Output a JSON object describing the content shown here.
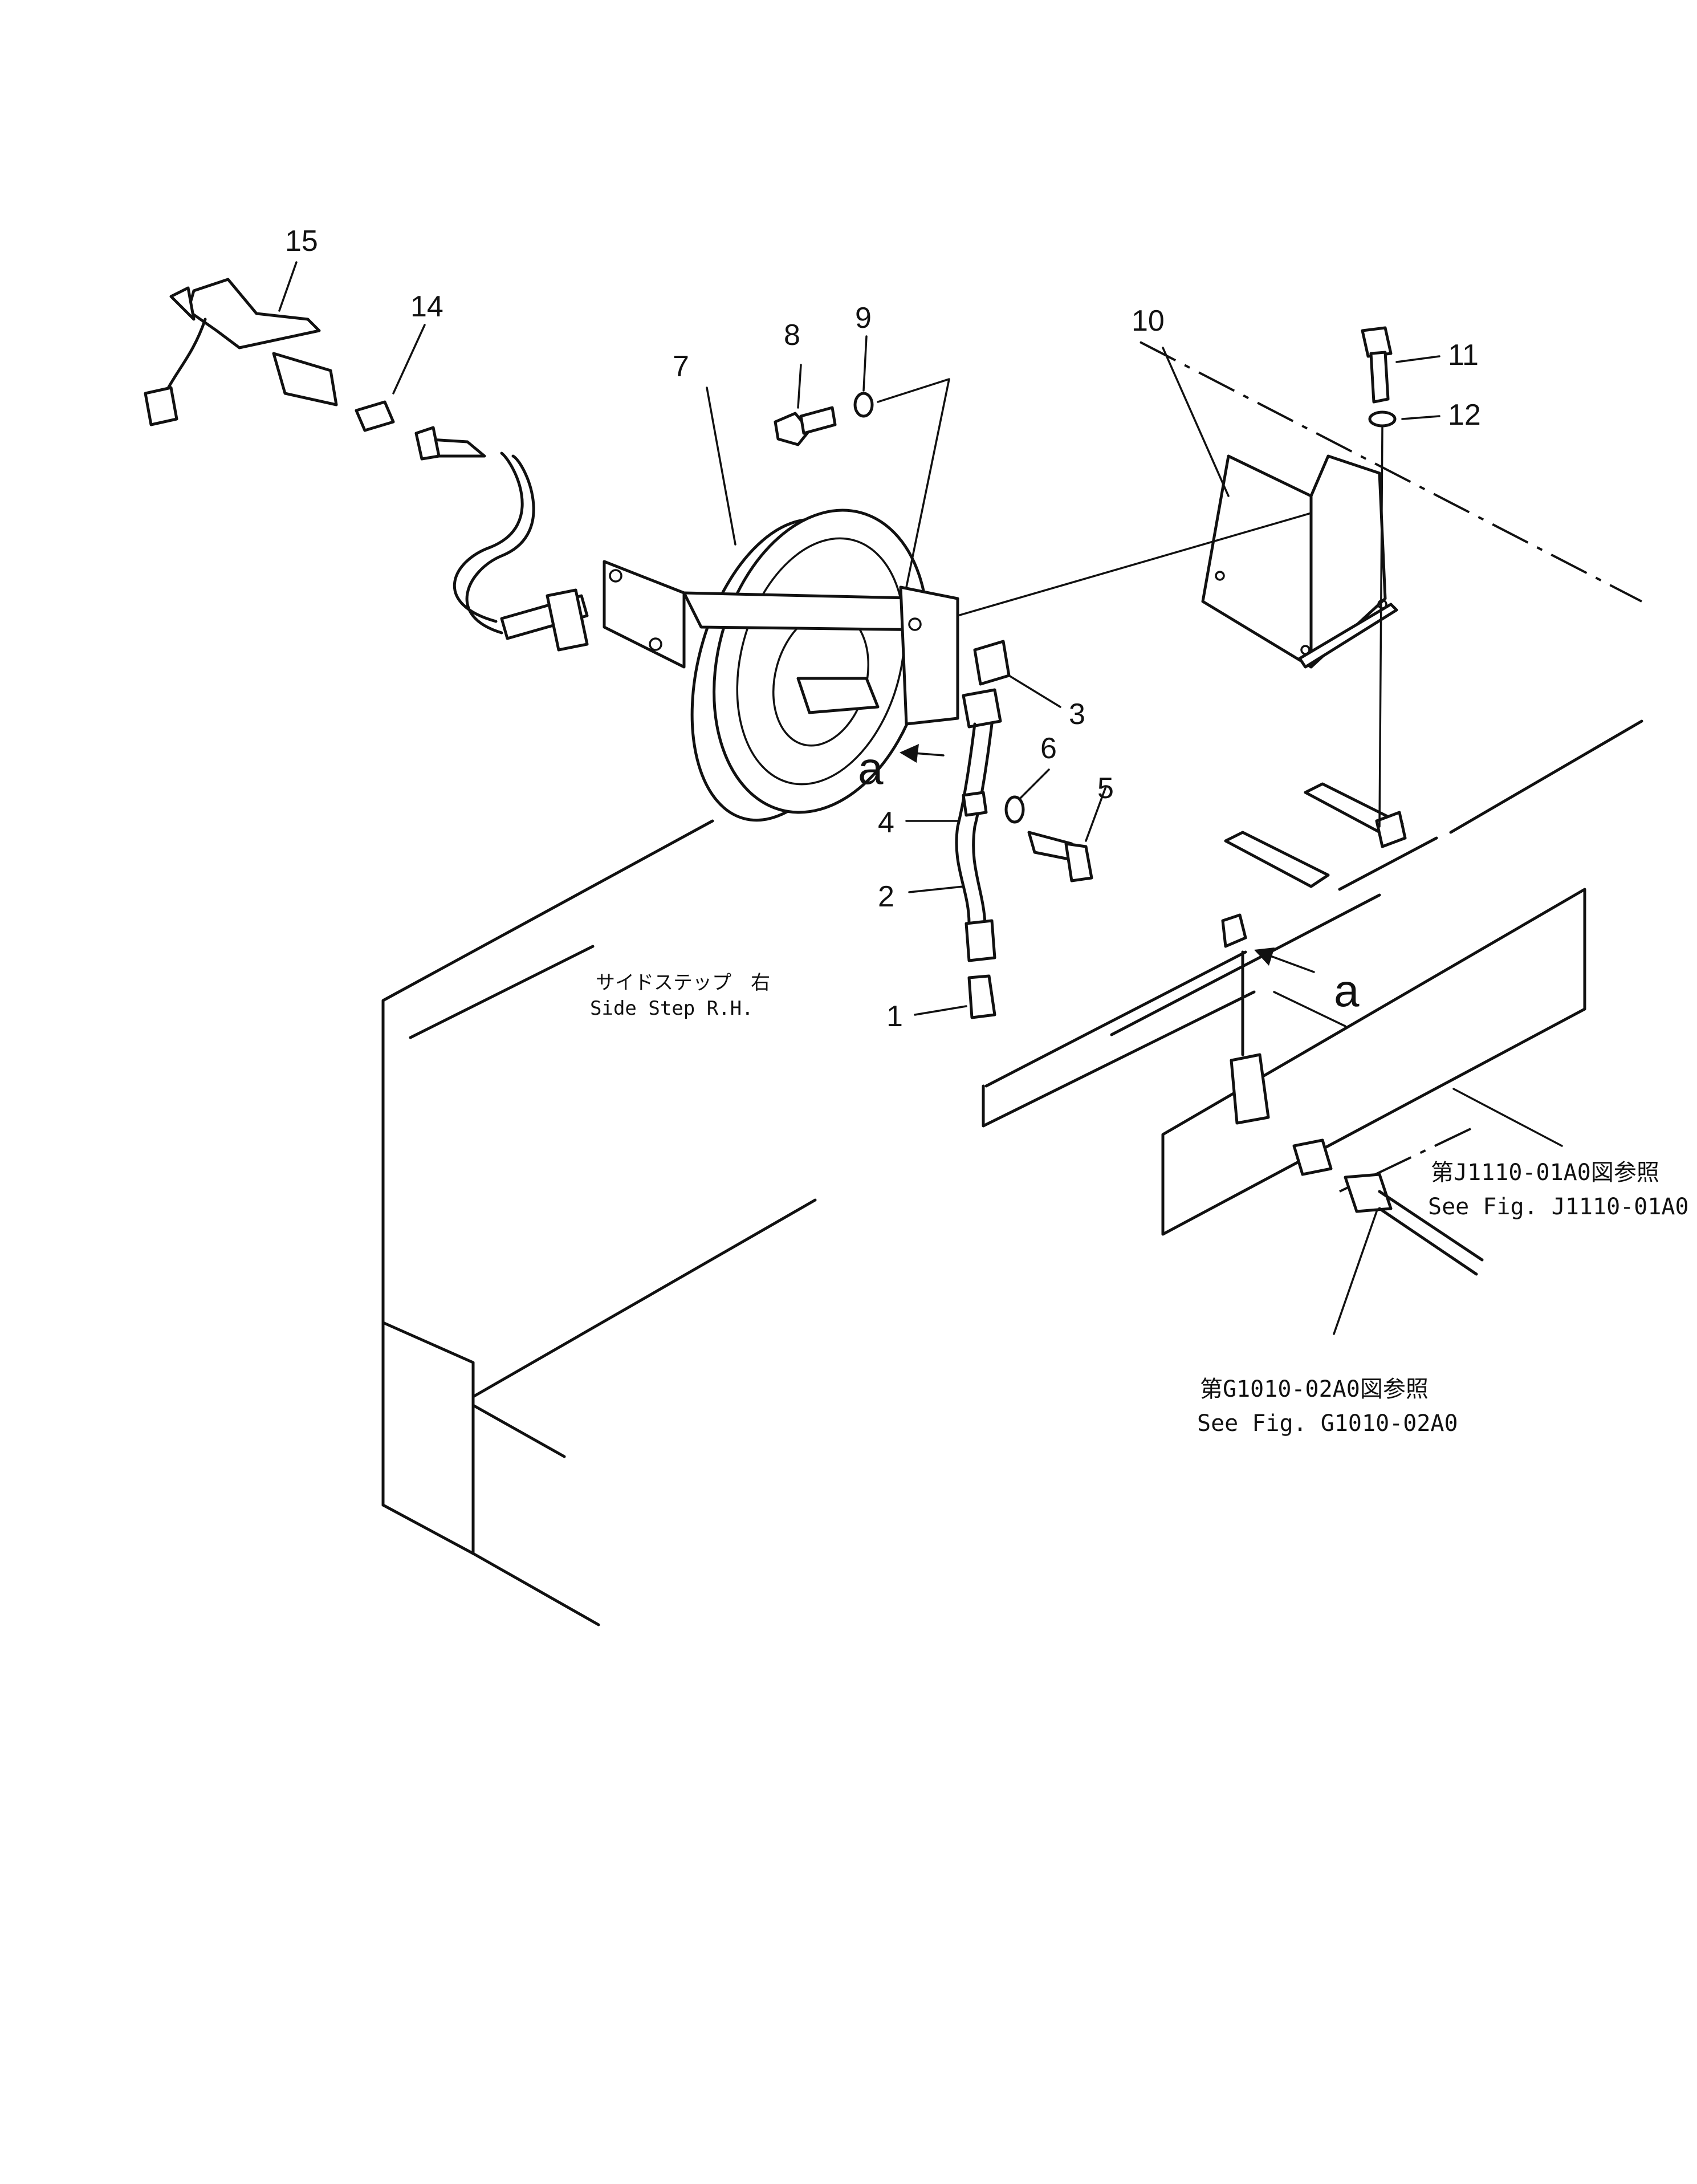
{
  "callouts": {
    "c1": "1",
    "c2": "2",
    "c3": "3",
    "c4": "4",
    "c5": "5",
    "c6": "6",
    "c7": "7",
    "c8": "8",
    "c9": "9",
    "c10": "10",
    "c11": "11",
    "c12": "12",
    "c14": "14",
    "c15": "15"
  },
  "view_markers": {
    "upper": "a",
    "lower": "a"
  },
  "notes": {
    "side_step_jp": "サイドステップ　右",
    "side_step_en": "Side  Step  R.H."
  },
  "references": {
    "j1110_jp": "第J1110-01A0図参照",
    "j1110_en": "See  Fig. J1110-01A0",
    "g1010_jp": "第G1010-02A0図参照",
    "g1010_en": "See  Fig. G1010-02A0"
  }
}
